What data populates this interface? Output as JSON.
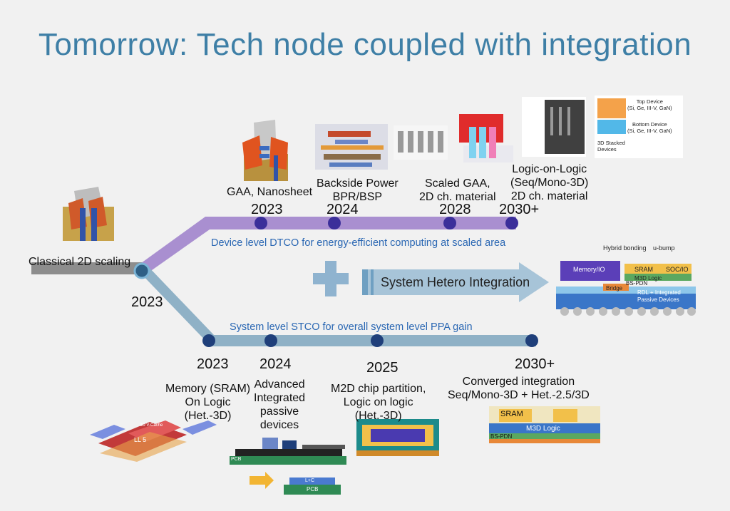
{
  "title": "Tomorrow: Tech node coupled with integration",
  "start": {
    "label": "Classical 2D scaling",
    "year": "2023"
  },
  "upper_track": {
    "caption": "Device level DTCO for energy-efficient computing at scaled area",
    "milestones": [
      {
        "year": "2023",
        "label": "GAA, Nanosheet"
      },
      {
        "year": "2024",
        "label": "Backside Power\nBPR/BSP"
      },
      {
        "year": "2028",
        "label": "Scaled GAA,\n2D ch. material"
      },
      {
        "year": "2030+",
        "label": "Logic-on-Logic\n(Seq/Mono-3D)\n2D ch. material"
      }
    ]
  },
  "lower_track": {
    "caption": "System level STCO for overall system level PPA gain",
    "milestones": [
      {
        "year": "2023",
        "label": "Memory (SRAM)\nOn Logic\n(Het.-3D)"
      },
      {
        "year": "2024",
        "label": "Advanced\nIntegrated\npassive\ndevices"
      },
      {
        "year": "2025",
        "label": "M2D chip partition,\nLogic on logic\n(Het.-3D)"
      },
      {
        "year": "2030+",
        "label": "Converged integration\nSeq/Mono-3D + Het.-2.5/3D"
      }
    ]
  },
  "hetero": {
    "arrow_label": "System Hetero Integration",
    "package": {
      "memory": "Memory/IO",
      "hybrid": "Hybrid bonding",
      "ubump": "u-bump",
      "sram": "SRAM",
      "soc": "SOC/IO",
      "m3d": "M3D Logic",
      "bspdn": "BS-PDN",
      "bridge": "Bridge",
      "rdl": "RDL + Integrated\nPassive Devices"
    }
  },
  "stack_legend": {
    "top": "Top Device\n(Si, Ge, III-V, GaN)",
    "bottom": "Bottom Device\n(Si, Ge, III-V, GaN)",
    "stacked": "3D Stacked\nDevices"
  },
  "converged_img": {
    "sram": "SRAM",
    "m3d": "M3D Logic",
    "bspdn": "BS-PDN"
  },
  "sram_img": {
    "chip": "LL 5",
    "top": "3D V-Cache"
  },
  "ipd_img": {
    "pcb": "PCB",
    "pcb2": "PCB",
    "lc": "L+C"
  },
  "colors": {
    "title": "#3e7fa6",
    "upper_track": "#a98fd0",
    "lower_track": "#8fb1c6",
    "caption": "#2a67b3",
    "node": "#2f3f9a"
  }
}
